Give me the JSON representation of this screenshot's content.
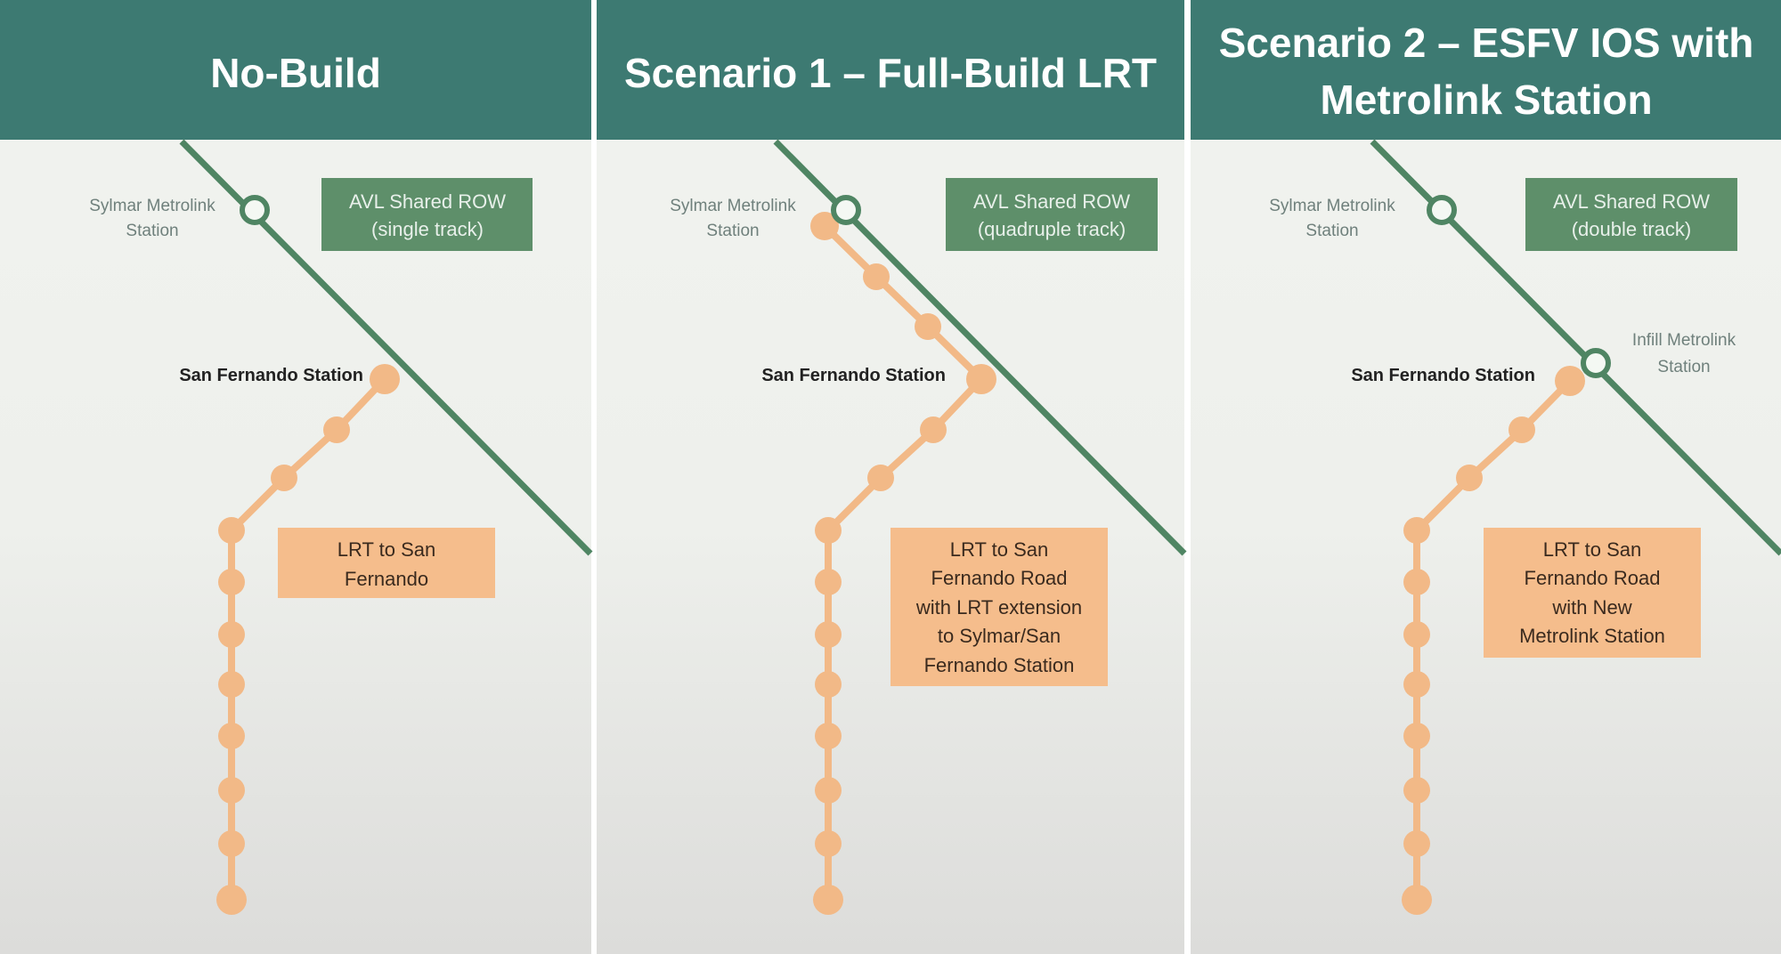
{
  "colors": {
    "header": "#3d7a72",
    "metrolink": "#4f8563",
    "lrt": "#f2b987",
    "row_box": "#5e8f6a",
    "lrt_box": "#f5bd8c"
  },
  "panels": [
    {
      "title_lines": [
        "No-Build"
      ],
      "sylmar_label": [
        "Sylmar Metrolink",
        "Station"
      ],
      "row_box": [
        "AVL Shared ROW",
        "(single track)"
      ],
      "sf_label": "San Fernando Station",
      "lrt_box": [
        "LRT to San",
        "Fernando"
      ]
    },
    {
      "title_lines": [
        "Scenario 1 – Full-Build LRT"
      ],
      "sylmar_label": [
        "Sylmar Metrolink",
        "Station"
      ],
      "row_box": [
        "AVL Shared ROW",
        "(quadruple track)"
      ],
      "sf_label": "San Fernando Station",
      "lrt_box": [
        "LRT to San",
        "Fernando Road",
        "with LRT extension",
        "to Sylmar/San",
        "Fernando Station"
      ]
    },
    {
      "title_lines": [
        "Scenario 2 – ESFV IOS with",
        "Metrolink Station"
      ],
      "sylmar_label": [
        "Sylmar Metrolink",
        "Station"
      ],
      "row_box": [
        "AVL Shared ROW",
        "(double track)"
      ],
      "sf_label": "San Fernando Station",
      "infill_label": [
        "Infill Metrolink",
        "Station"
      ],
      "lrt_box": [
        "LRT to San",
        "Fernando Road",
        "with New",
        "Metrolink Station"
      ]
    }
  ]
}
